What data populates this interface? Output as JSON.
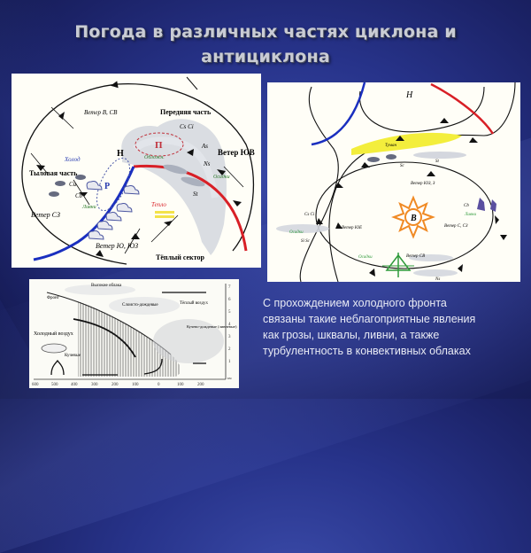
{
  "slide": {
    "title_line1": "Погода в различных частях циклона и",
    "title_line2": "антициклона"
  },
  "cyclone_diagram": {
    "labels": {
      "wind_east_ne": "Ветер В, СВ",
      "front_part": "Передняя часть",
      "cs_ci": "Cs  Ci",
      "low": "Н",
      "pressure_p": "П",
      "overcast": "Обложн.",
      "as": "As",
      "ns": "Ns",
      "wind_se": "Ветер ЮВ",
      "drizzle": "Осадки",
      "cold": "Холод",
      "rear_part": "Тыловая часть",
      "cu": "Cu",
      "cb": "Cb",
      "r": "Р",
      "showers": "Ливни",
      "st": "St",
      "warm": "Тепло",
      "wind_nw": "Ветер СЗ",
      "wind_s_sw": "Ветер Ю, ЮЗ",
      "warm_sector": "Тёплый сектор"
    },
    "colors": {
      "cold_front": "#1a2fbf",
      "warm_front": "#d81f26",
      "isobar": "#111111",
      "clouds": "#c9ccd6"
    }
  },
  "anticyclone_diagram": {
    "labels": {
      "low": "Н",
      "high": "В",
      "haze": "Туман",
      "sc": "Sc",
      "st": "St",
      "wind_sw_w": "Ветер ЮЗ, З",
      "cb": "Cb",
      "showers": "Ливни",
      "wind_n_nw": "Ветер С, СЗ",
      "cs_ci": "Cs  Ci",
      "wind_ne_left": "Ветер ЮЕ",
      "drizzle_left": "Осадки",
      "si_sc": "Si  Sc",
      "drizzle_bottom": "Осадки",
      "wind_ne": "Ветер СВ",
      "ns": "Ns"
    },
    "colors": {
      "cold_front": "#1a2fbf",
      "warm_front": "#d81f26",
      "sun": "#f08a24",
      "haze": "#f3ee3c",
      "tree": "#2e9a3a"
    }
  },
  "front_cross_section": {
    "labels": {
      "upper_clouds": "Высокие облака",
      "front": "Фронт",
      "stratocumulus": "Слоисто-дождевые",
      "warm_air": "Тёплый воздух",
      "cumulus_rain": "Кучево-дождевые (ливневые)",
      "cold_air": "Холодный воздух",
      "cumulus": "Кучевые"
    },
    "x_ticks": [
      "600",
      "500",
      "400",
      "300",
      "200",
      "100",
      "0",
      "100",
      "200"
    ],
    "y_ticks": [
      "7",
      "6",
      "5",
      "4",
      "3",
      "2",
      "1",
      "км"
    ]
  },
  "caption": {
    "line1": "С прохождением холодного фронта",
    "line2": "связаны такие неблагоприятные явления",
    "line3": "как грозы, шквалы, ливни, а также",
    "line4": "турбулентность в конвективных облаках"
  }
}
